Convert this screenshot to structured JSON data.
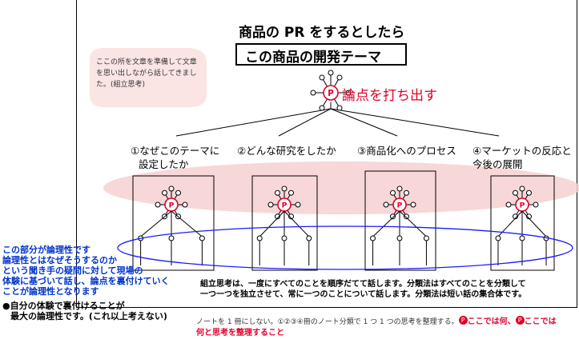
{
  "title": "商品の PR をするとしたら",
  "subtitle": "この商品の開発テーマ",
  "note": "ここの所を文章を準備して文章を思い出しながら話してきました。(組立思考)",
  "main_callout": "論点を打ち出す",
  "node_letter": "P",
  "topics": [
    {
      "line1": "①なぜこのテーマに",
      "line2": "設定したか"
    },
    {
      "line1": "②どんな研究をしたか",
      "line2": ""
    },
    {
      "line1": "③商品化へのプロセス",
      "line2": ""
    },
    {
      "line1": "④マーケットの反応と",
      "line2": "今後の展開"
    }
  ],
  "left_notes": [
    "この部分が論理性です",
    "論理性とはなぜそうするのか",
    "という聞き手の疑問に対して現場の",
    "体験に基づいて話し、論点を裏付けていく",
    "ことが論理性となります"
  ],
  "bullet_line1": "●自分の体験で裏付けることが",
  "bullet_line2": "最大の論理性です。(これ以上考えない)",
  "explanation_line1": "組立思考は、一度にすべてのことを順序だてて話します。分類法はすべてのことを分類して",
  "explanation_line2": "一つ一つを独立させて、常に一つのことについて話します。分類法は短い話の集合体です。",
  "footer_small": "ノートを 1 冊にしない。①②③④冊のノート分類で 1 つ 1 つの思考を整理する。",
  "footer_red_a": "ここでは何、",
  "footer_red_b": "ここでは",
  "footer_red_line2": "何と思考を整理すること",
  "colors": {
    "accent_red": "#e0002a",
    "blue_ellipse": "#1a1aff",
    "pink_fill": "#f8d6d6"
  }
}
